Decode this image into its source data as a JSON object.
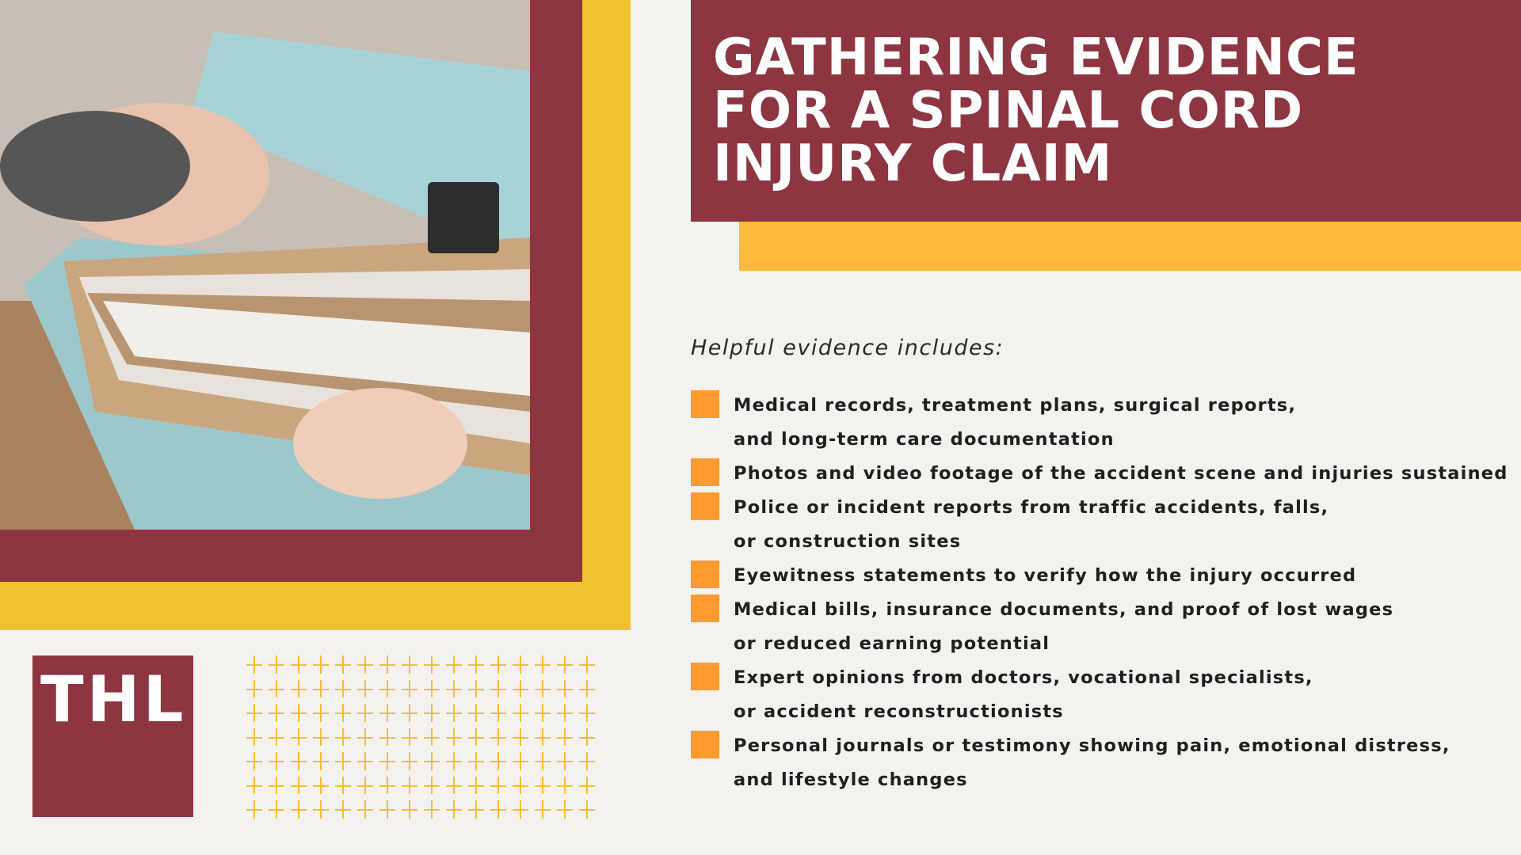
{
  "colors": {
    "maroon": "#8d3541",
    "yellow_frame": "#f0c232",
    "title_accent": "#fdb93b",
    "bullet": "#fd9a30",
    "background": "#f3f2ee",
    "plus_pattern": "#f3be33"
  },
  "photo": {
    "description": "Hands flipping through files in a light blue accordion folder"
  },
  "header": {
    "title_lines": [
      "GATHERING EVIDENCE",
      "FOR A SPINAL CORD",
      "INJURY CLAIM"
    ]
  },
  "content": {
    "subtitle": "Helpful evidence includes:",
    "items": [
      {
        "lines": [
          "Medical records, treatment plans, surgical reports,",
          "and long-term care documentation"
        ]
      },
      {
        "lines": [
          "Photos and video footage of the accident scene and injuries sustained"
        ]
      },
      {
        "lines": [
          "Police or incident reports from traffic accidents, falls,",
          "or construction sites"
        ]
      },
      {
        "lines": [
          "Eyewitness statements to verify how the injury occurred"
        ]
      },
      {
        "lines": [
          "Medical bills, insurance documents, and proof of lost wages",
          "or reduced earning potential"
        ]
      },
      {
        "lines": [
          "Expert opinions from doctors, vocational specialists,",
          "or accident reconstructionists"
        ]
      },
      {
        "lines": [
          "Personal journals or testimony showing pain, emotional distress,",
          "and lifestyle changes"
        ]
      }
    ]
  },
  "logo": {
    "text": "THL"
  },
  "decoration": {
    "plus_grid": {
      "columns": 16,
      "rows": 7,
      "icon": "plus-icon"
    }
  }
}
